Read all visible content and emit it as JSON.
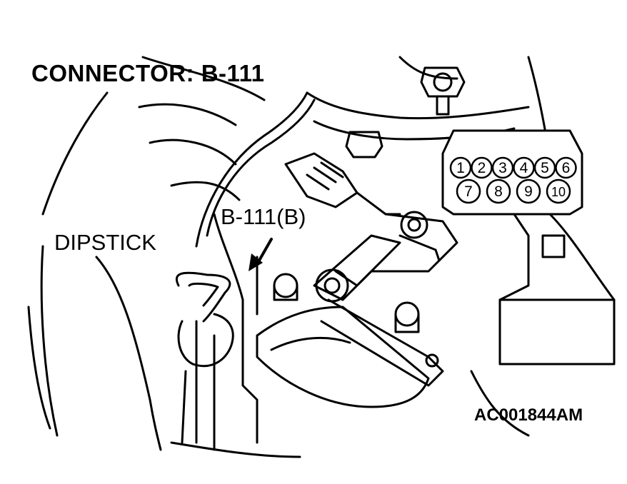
{
  "title": "CONNECTOR: B-111",
  "labels": {
    "dipstick": "DIPSTICK",
    "connector_callout": "B-111(B)"
  },
  "figure_code": "AC001844AM",
  "connector_pins": {
    "top_row": [
      "1",
      "2",
      "3",
      "4",
      "5",
      "6"
    ],
    "bottom_row": [
      "7",
      "8",
      "9",
      "10"
    ]
  },
  "colors": {
    "ink": "#000000",
    "paper": "#ffffff"
  }
}
